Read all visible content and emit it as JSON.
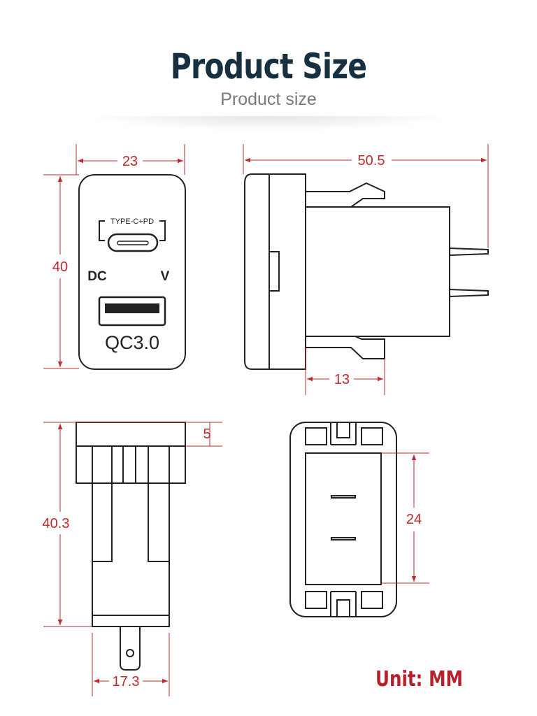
{
  "header": {
    "title": "Product Size",
    "subtitle": "Product size"
  },
  "front_view": {
    "width_dim": "23",
    "height_dim": "40",
    "type_c_label": "TYPE-C+PD",
    "dc_label": "DC",
    "v_label": "V",
    "qc_label": "QC3.0"
  },
  "side_view": {
    "length_dim": "50.5",
    "clip_dim": "13"
  },
  "bottom_view": {
    "flange_dim": "5",
    "height_dim": "40.3",
    "width_dim": "17.3"
  },
  "back_view": {
    "spacing_dim": "24"
  },
  "unit_label": "Unit: MM",
  "colors": {
    "title": "#17303f",
    "subtitle": "#7a7a7a",
    "dimension": "#c0282d",
    "unit": "#b81f2a",
    "line": "#222222"
  }
}
